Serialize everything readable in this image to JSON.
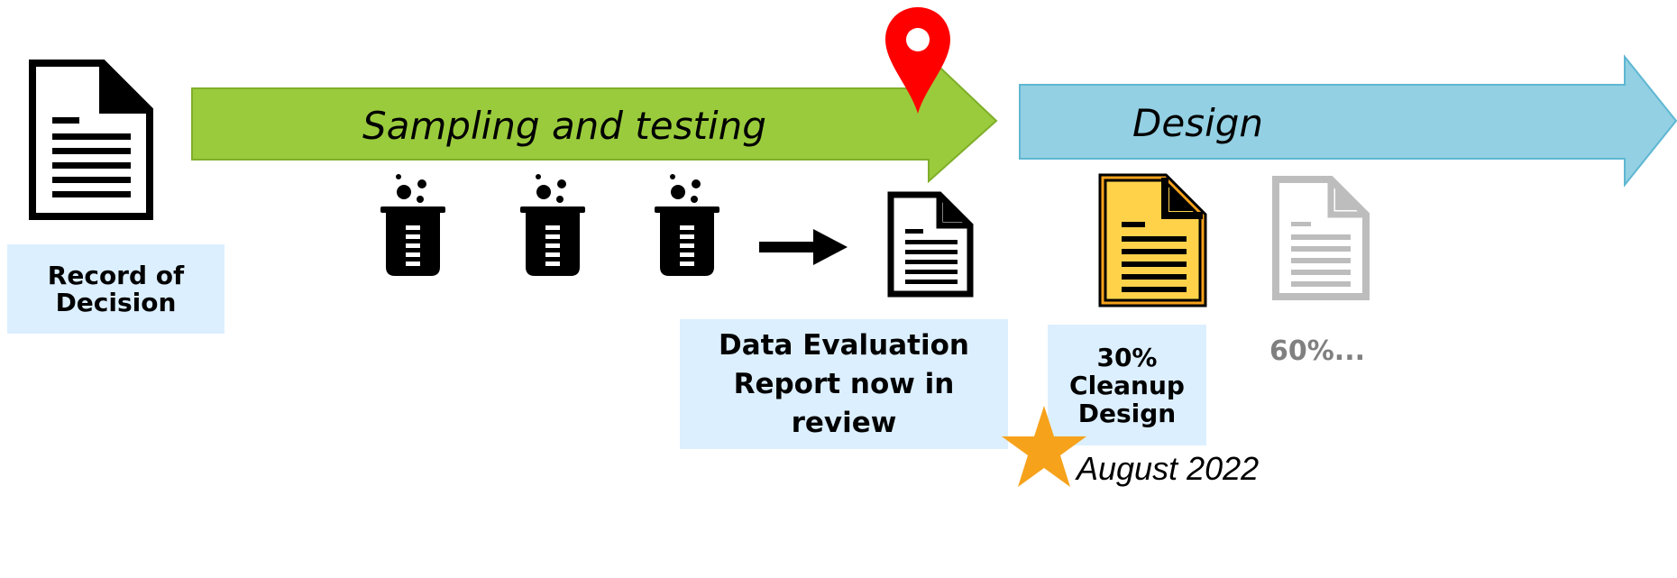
{
  "colors": {
    "sampling_arrow_fill": "#9acb3c",
    "sampling_arrow_stroke": "#7fae2a",
    "design_arrow_fill": "#93d0e3",
    "design_arrow_stroke": "#5fb7d2",
    "label_box_bg": "#dcefff",
    "pin_red": "#ff0000",
    "star_orange": "#f6a21b",
    "doc_orange_outline": "#f6a21b",
    "doc_orange_fill": "#ffd24a",
    "doc_grey": "#bdbdbd",
    "sixty_text": "#808080"
  },
  "stages": {
    "sampling": {
      "label": "Sampling and testing"
    },
    "design": {
      "label": "Design"
    }
  },
  "labels": {
    "record_of_decision": "Record of\nDecision",
    "data_evaluation": "Data Evaluation\nReport now in\nreview",
    "cleanup_design": "30%\nCleanup\nDesign",
    "sixty_percent": "60%...",
    "milestone_date": "August 2022"
  },
  "icons": {
    "record_doc": "document-icon",
    "beaker": "beaker-icon",
    "arrow": "right-arrow-icon",
    "report_doc": "document-icon",
    "pin": "location-pin-icon",
    "design_doc": "document-icon",
    "future_doc": "document-icon",
    "milestone": "star-icon"
  }
}
